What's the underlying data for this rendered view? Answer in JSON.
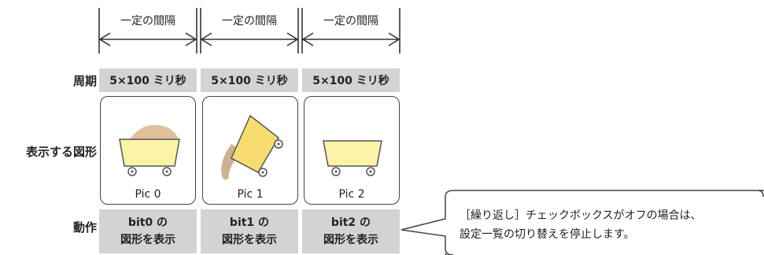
{
  "intervals": [
    "一定の間隔",
    "一定の間隔",
    "一定の間隔"
  ],
  "rows": {
    "period_label": "周期",
    "figure_label": "表示する図形",
    "action_label": "動作"
  },
  "period_values": [
    "5×100 ミリ秒",
    "5×100 ミリ秒",
    "5×100 ミリ秒"
  ],
  "pics": [
    {
      "label": "Pic 0"
    },
    {
      "label": "Pic 1"
    },
    {
      "label": "Pic 2"
    }
  ],
  "actions": [
    {
      "line1": "bit0 の",
      "line2": "図形を表示"
    },
    {
      "line1": "bit1 の",
      "line2": "図形を表示"
    },
    {
      "line1": "bit2 の",
      "line2": "図形を表示"
    }
  ],
  "callout": {
    "line1": "［繰り返し］チェックボックスがオフの場合は、",
    "line2": "設定一覧の切り替えを停止します。"
  },
  "colors": {
    "cell_fill": "#d3d3d3",
    "shape_fill": "#fdf3a6",
    "shape_fill_active": "#f7dd70",
    "shadow": "#c8a27a"
  }
}
